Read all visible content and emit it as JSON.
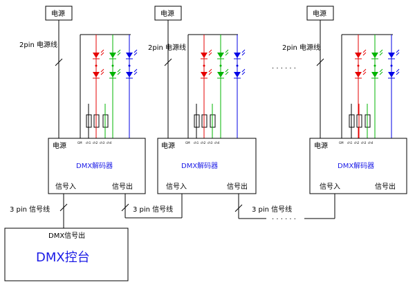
{
  "power_label": "电源",
  "power_line_label": "2pin 电源线",
  "decoder_power_label": "电源",
  "decoder_title": "DMX解码器",
  "signal_in_label": "信号入",
  "signal_out_label": "信号出",
  "signal_line_label": "3 pin 信号线",
  "channel_labels": [
    "GM",
    "ch1",
    "ch2",
    "ch3",
    "ch4"
  ],
  "ellipsis": "· · · · · ·",
  "console": {
    "output_label": "DMX信号出",
    "title": "DMX控台"
  },
  "colors": {
    "red": "#e60000",
    "green": "#00b400",
    "blue": "#0000e6",
    "accent_text": "#1a1ae6"
  }
}
